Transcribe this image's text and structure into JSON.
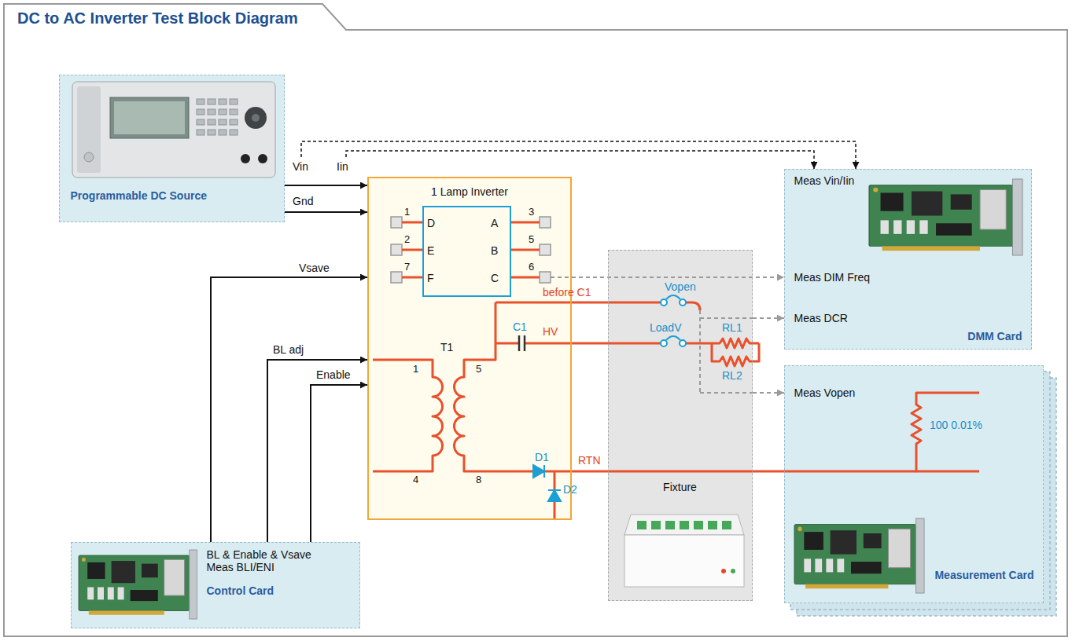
{
  "diagram": {
    "title": "DC to AC Inverter Test Block Diagram",
    "nodes": [
      {
        "text": [
          "Programmable DC Source"
        ]
      },
      {
        "text": [
          "1 Lamp Inverter"
        ]
      },
      {
        "text": [
          "D",
          "A",
          "E",
          "B",
          "F",
          "C"
        ],
        "in": 1
      },
      {
        "text": [
          "Meas Vin/Iin",
          "Meas DIM Freq",
          "Meas DCR",
          "DMM Card"
        ]
      },
      {
        "text": [
          "Fixture"
        ]
      },
      {
        "text": [
          "Meas Vopen",
          "Measurement Card"
        ]
      },
      {
        "text": [
          "BL & Enable & Vsave Meas BLI/ENI",
          "Control Card"
        ]
      }
    ],
    "edges": [
      {
        "from": 0,
        "to": 1,
        "arrow": "to",
        "label": "Vin"
      },
      {
        "from": 0,
        "to": 1,
        "arrow": "to",
        "label": "Gnd"
      },
      {
        "from": 6,
        "to": 1,
        "arrow": "to",
        "label": "Vsave"
      },
      {
        "from": 6,
        "to": 1,
        "arrow": "to",
        "label": "BL adj"
      },
      {
        "from": 6,
        "to": 1,
        "arrow": "to",
        "label": "Enable"
      },
      {
        "from": 1,
        "to": 3,
        "arrow": "to"
      },
      {
        "from": 4,
        "to": 3,
        "arrow": "to"
      },
      {
        "from": 4,
        "to": 5,
        "arrow": "to"
      }
    ],
    "labels": [
      "Iin",
      "1",
      "3",
      "2",
      "5",
      "7",
      "6",
      "T1",
      "1",
      "5",
      "4",
      "8",
      "before C1",
      "Vopen",
      "C1",
      "HV",
      "LoadV",
      "RL1",
      "RL2",
      "D1",
      "RTN",
      "D2",
      "100 0.01%"
    ]
  }
}
